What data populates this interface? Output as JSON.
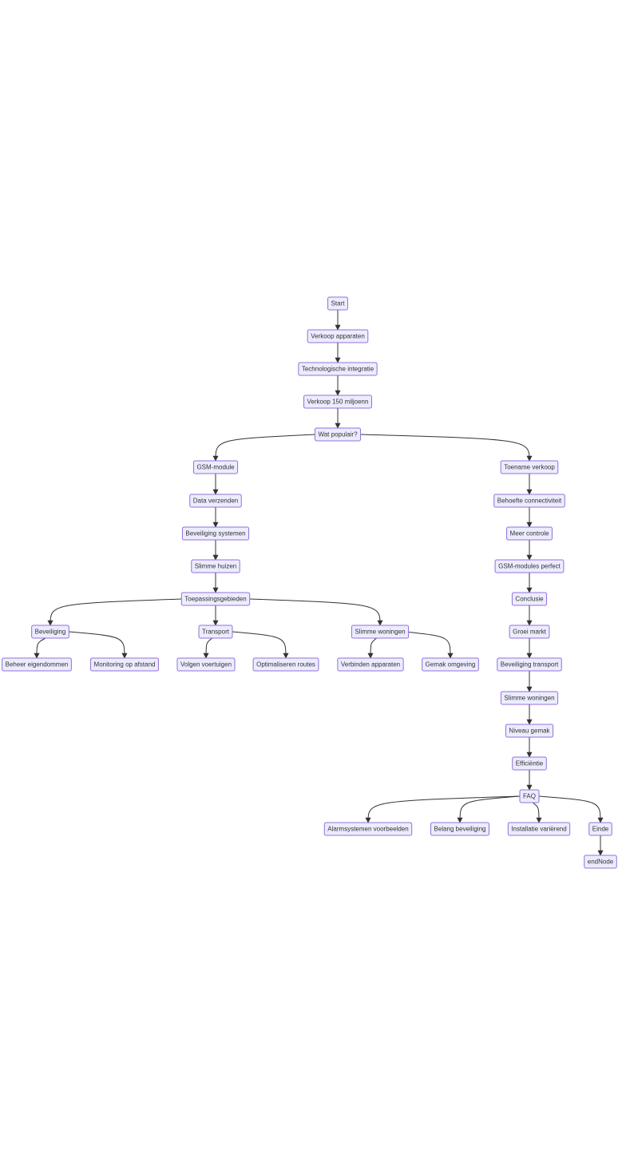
{
  "diagram": {
    "type": "flowchart",
    "colors": {
      "node_fill": "#ECECFF",
      "node_border": "#9370DB",
      "edge": "#333333",
      "text": "#333333"
    },
    "nodes": [
      {
        "id": "start",
        "label": "Start"
      },
      {
        "id": "verkoop_apparaten",
        "label": "Verkoop apparaten"
      },
      {
        "id": "tech_integratie",
        "label": "Technologische integratie"
      },
      {
        "id": "verkoop_150",
        "label": "Verkoop 150 miljoenn"
      },
      {
        "id": "wat_populair",
        "label": "Wat populair?"
      },
      {
        "id": "gsm_module",
        "label": "GSM-module"
      },
      {
        "id": "data_verzenden",
        "label": "Data verzenden"
      },
      {
        "id": "beveiliging_systemen",
        "label": "Beveiliging systemen"
      },
      {
        "id": "slimme_huizen",
        "label": "Slimme huizen"
      },
      {
        "id": "toepassingsgebieden",
        "label": "Toepassingsgebieden"
      },
      {
        "id": "beveiliging",
        "label": "Beveiliging"
      },
      {
        "id": "transport",
        "label": "Transport"
      },
      {
        "id": "slimme_woningen_1",
        "label": "Slimme woningen"
      },
      {
        "id": "beheer_eigendommen",
        "label": "Beheer eigendommen"
      },
      {
        "id": "monitoring",
        "label": "Monitoring op afstand"
      },
      {
        "id": "volgen_voertuigen",
        "label": "Volgen voertuigen"
      },
      {
        "id": "optimaliseren_routes",
        "label": "Optimaliseren routes"
      },
      {
        "id": "verbinden_apparaten",
        "label": "Verbinden apparaten"
      },
      {
        "id": "gemak_omgeving",
        "label": "Gemak omgeving"
      },
      {
        "id": "toename_verkoop",
        "label": "Toename verkoop"
      },
      {
        "id": "behoefte_connectiviteit",
        "label": "Behoefte connectiviteit"
      },
      {
        "id": "meer_controle",
        "label": "Meer controle"
      },
      {
        "id": "gsm_perfect",
        "label": "GSM-modules perfect"
      },
      {
        "id": "conclusie",
        "label": "Conclusie"
      },
      {
        "id": "groei_markt",
        "label": "Groei markt"
      },
      {
        "id": "beveiliging_transport",
        "label": "Beveiliging transport"
      },
      {
        "id": "slimme_woningen_2",
        "label": "Slimme woningen"
      },
      {
        "id": "niveau_gemak",
        "label": "Niveau gemak"
      },
      {
        "id": "efficientie",
        "label": "Efficiëntie"
      },
      {
        "id": "faq",
        "label": "FAQ"
      },
      {
        "id": "alarmsystemen",
        "label": "Alarmsystemen voorbeelden"
      },
      {
        "id": "belang_beveiliging",
        "label": "Belang beveiliging"
      },
      {
        "id": "installatie",
        "label": "Installatie variërend"
      },
      {
        "id": "einde",
        "label": "Einde"
      },
      {
        "id": "endnode",
        "label": "endNode"
      }
    ],
    "edges": [
      [
        "start",
        "verkoop_apparaten"
      ],
      [
        "verkoop_apparaten",
        "tech_integratie"
      ],
      [
        "tech_integratie",
        "verkoop_150"
      ],
      [
        "verkoop_150",
        "wat_populair"
      ],
      [
        "wat_populair",
        "gsm_module"
      ],
      [
        "wat_populair",
        "toename_verkoop"
      ],
      [
        "gsm_module",
        "data_verzenden"
      ],
      [
        "data_verzenden",
        "beveiliging_systemen"
      ],
      [
        "beveiliging_systemen",
        "slimme_huizen"
      ],
      [
        "slimme_huizen",
        "toepassingsgebieden"
      ],
      [
        "toepassingsgebieden",
        "beveiliging"
      ],
      [
        "toepassingsgebieden",
        "transport"
      ],
      [
        "toepassingsgebieden",
        "slimme_woningen_1"
      ],
      [
        "beveiliging",
        "beheer_eigendommen"
      ],
      [
        "beveiliging",
        "monitoring"
      ],
      [
        "transport",
        "volgen_voertuigen"
      ],
      [
        "transport",
        "optimaliseren_routes"
      ],
      [
        "slimme_woningen_1",
        "verbinden_apparaten"
      ],
      [
        "slimme_woningen_1",
        "gemak_omgeving"
      ],
      [
        "toename_verkoop",
        "behoefte_connectiviteit"
      ],
      [
        "behoefte_connectiviteit",
        "meer_controle"
      ],
      [
        "meer_controle",
        "gsm_perfect"
      ],
      [
        "gsm_perfect",
        "conclusie"
      ],
      [
        "conclusie",
        "groei_markt"
      ],
      [
        "groei_markt",
        "beveiliging_transport"
      ],
      [
        "beveiliging_transport",
        "slimme_woningen_2"
      ],
      [
        "slimme_woningen_2",
        "niveau_gemak"
      ],
      [
        "niveau_gemak",
        "efficientie"
      ],
      [
        "efficientie",
        "faq"
      ],
      [
        "faq",
        "alarmsystemen"
      ],
      [
        "faq",
        "belang_beveiliging"
      ],
      [
        "faq",
        "installatie"
      ],
      [
        "faq",
        "einde"
      ],
      [
        "einde",
        "endnode"
      ]
    ]
  }
}
